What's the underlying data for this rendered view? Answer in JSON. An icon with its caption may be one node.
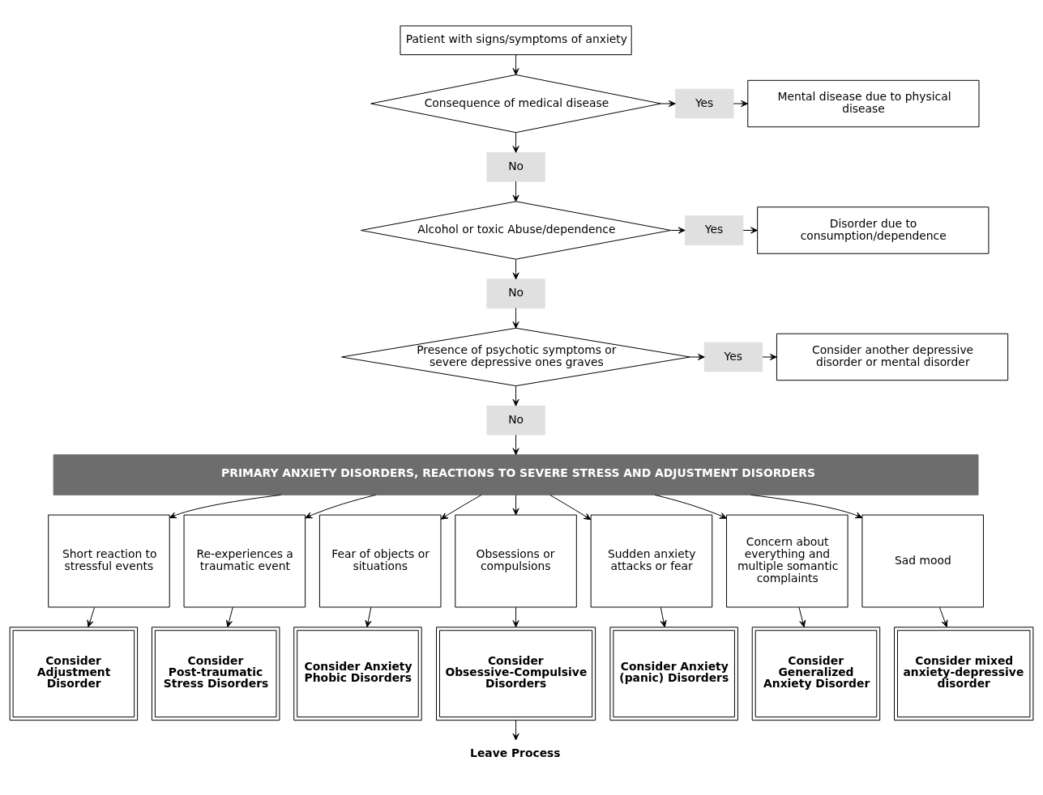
{
  "diagram": {
    "nodes": [
      {
        "text": [
          "Patient with signs/symptoms of anxiety"
        ]
      },
      {
        "text": [
          "Consequence of medical disease"
        ]
      },
      {
        "text": [
          "Yes"
        ]
      },
      {
        "text": [
          "Mental disease due to physical disease"
        ]
      },
      {
        "text": [
          "No"
        ]
      },
      {
        "text": [
          "Alcohol or toxic Abuse/dependence"
        ]
      },
      {
        "text": [
          "Yes"
        ]
      },
      {
        "text": [
          "Disorder due to consumption/dependence"
        ]
      },
      {
        "text": [
          "No"
        ]
      },
      {
        "text": [
          "Presence of psychotic symptoms or severe depressive ones graves"
        ]
      },
      {
        "text": [
          "Yes"
        ]
      },
      {
        "text": [
          "Consider another depressive disorder or mental disorder"
        ]
      },
      {
        "text": [
          "No"
        ]
      },
      {
        "text": [
          "PRIMARY ANXIETY DISORDERS, REACTIONS TO SEVERE STRESS AND ADJUSTMENT DISORDERS"
        ]
      },
      {
        "text": [
          "Short reaction to stressful events"
        ]
      },
      {
        "text": [
          "Re-experiences a traumatic event"
        ]
      },
      {
        "text": [
          "Fear of objects or situations"
        ]
      },
      {
        "text": [
          "Obsessions or compulsions"
        ]
      },
      {
        "text": [
          "Sudden anxiety attacks or fear"
        ]
      },
      {
        "text": [
          "Concern about everything and multiple somantic complaints"
        ]
      },
      {
        "text": [
          "Sad mood"
        ]
      },
      {
        "text": [
          "Consider Adjustment Disorder"
        ]
      },
      {
        "text": [
          "Consider Post-traumatic Stress Disorders"
        ]
      },
      {
        "text": [
          "Consider Anxiety Phobic Disorders"
        ]
      },
      {
        "text": [
          "Consider Obsessive-Compulsive Disorders"
        ]
      },
      {
        "text": [
          "Consider Anxiety (panic) Disorders"
        ]
      },
      {
        "text": [
          "Consider Generalized Anxiety Disorder"
        ]
      },
      {
        "text": [
          "Consider mixed anxiety-depressive disorder"
        ]
      },
      {
        "text": [
          "Leave Process"
        ]
      }
    ],
    "edges": [
      {
        "from": 0,
        "to": 1,
        "arrow": "to"
      },
      {
        "from": 1,
        "to": 2,
        "arrow": "to"
      },
      {
        "from": 2,
        "to": 3,
        "arrow": "to"
      },
      {
        "from": 1,
        "to": 4,
        "arrow": "to"
      },
      {
        "from": 4,
        "to": 5,
        "arrow": "to"
      },
      {
        "from": 5,
        "to": 6,
        "arrow": "to"
      },
      {
        "from": 6,
        "to": 7,
        "arrow": "to"
      },
      {
        "from": 5,
        "to": 8,
        "arrow": "to"
      },
      {
        "from": 8,
        "to": 9,
        "arrow": "to"
      },
      {
        "from": 9,
        "to": 10,
        "arrow": "to"
      },
      {
        "from": 10,
        "to": 11,
        "arrow": "to"
      },
      {
        "from": 9,
        "to": 12,
        "arrow": "to"
      },
      {
        "from": 12,
        "to": 13,
        "arrow": "to"
      },
      {
        "from": 13,
        "to": 14,
        "arrow": "to"
      },
      {
        "from": 13,
        "to": 15,
        "arrow": "to"
      },
      {
        "from": 13,
        "to": 16,
        "arrow": "to"
      },
      {
        "from": 13,
        "to": 17,
        "arrow": "to"
      },
      {
        "from": 13,
        "to": 18,
        "arrow": "to"
      },
      {
        "from": 13,
        "to": 19,
        "arrow": "to"
      },
      {
        "from": 13,
        "to": 20,
        "arrow": "to"
      },
      {
        "from": 14,
        "to": 21,
        "arrow": "to"
      },
      {
        "from": 15,
        "to": 22,
        "arrow": "to"
      },
      {
        "from": 16,
        "to": 23,
        "arrow": "to"
      },
      {
        "from": 17,
        "to": 24,
        "arrow": "to"
      },
      {
        "from": 18,
        "to": 25,
        "arrow": "to"
      },
      {
        "from": 19,
        "to": 26,
        "arrow": "to"
      },
      {
        "from": 20,
        "to": 27,
        "arrow": "to"
      },
      {
        "from": 24,
        "to": 28,
        "arrow": "to"
      }
    ]
  }
}
